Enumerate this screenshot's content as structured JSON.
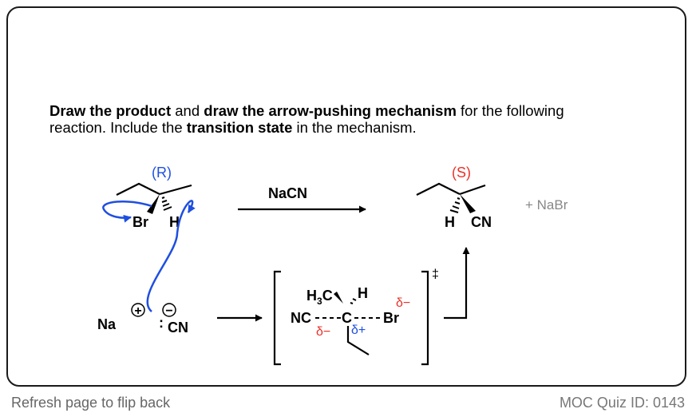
{
  "question": {
    "p1": "Draw the product",
    "p2": " and ",
    "p3": "draw the arrow-pushing mechanism",
    "p4": " for the following reaction.  Include the ",
    "p5": "transition state",
    "p6": " in the mechanism."
  },
  "reactant": {
    "stereo": "(R)",
    "br": "Br",
    "h": "H"
  },
  "reagent": "NaCN",
  "product": {
    "stereo": "(S)",
    "h": "H",
    "cn": "CN",
    "byproduct": "+ NaBr"
  },
  "nucleophile": {
    "na": "Na",
    "plus": "+",
    "minus": "−",
    "lone_pair": ":",
    "cn": "CN"
  },
  "transition_state": {
    "h3c_h": "H",
    "h3c_3": "3",
    "h3c_c": "C",
    "h": "H",
    "nc": "NC",
    "c": "C",
    "br": "Br",
    "delta_minus_left": "δ−",
    "delta_plus": "δ+",
    "delta_minus_right": "δ−",
    "double_dagger": "‡"
  },
  "colors": {
    "stereo_r": "#1f4fe0",
    "stereo_s": "#e8322a",
    "arrow": "#1f4fe0",
    "delta_minus": "#e8322a",
    "delta_plus": "#1f4fe0"
  },
  "footer": {
    "left": "Refresh page to flip back",
    "right": "MOC Quiz ID: 0143"
  }
}
